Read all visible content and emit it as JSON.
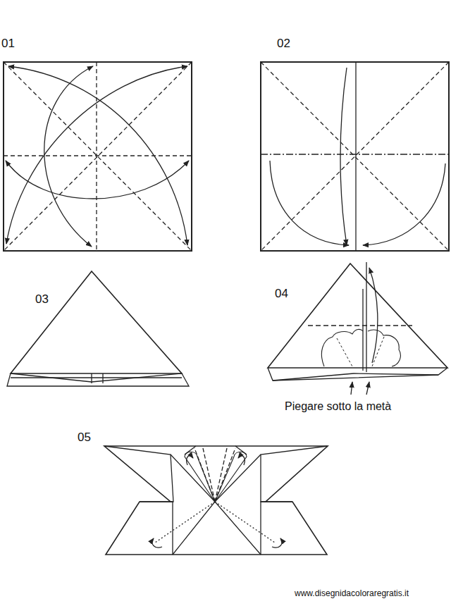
{
  "diagram": {
    "labels": [
      "01",
      "02",
      "03",
      "04",
      "Piegare sotto la metà",
      "05",
      "www.disegnidacoloraregratis.it"
    ]
  }
}
